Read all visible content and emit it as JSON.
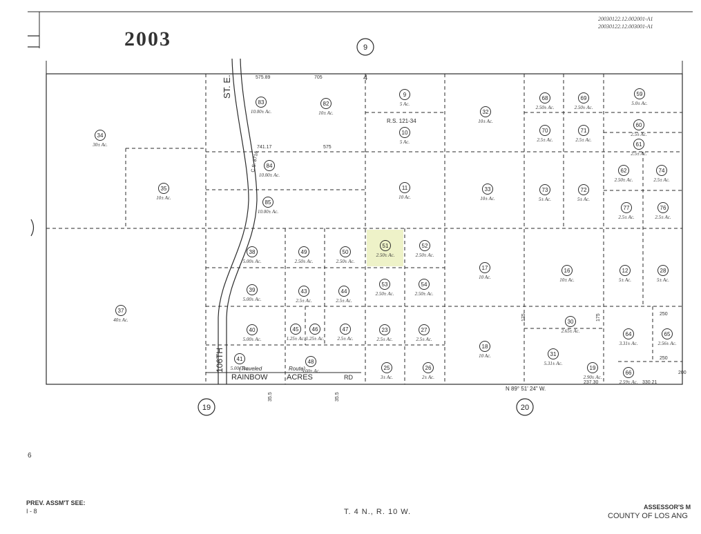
{
  "header": {
    "year": "2003",
    "document_numbers": [
      "20030122.12.002001-A1",
      "20030122.12.003001-A1"
    ],
    "sheet_circle": "9"
  },
  "street_labels": {
    "st_e": "ST. E.",
    "sixth": "106TH",
    "rainbow": "RAINBOW",
    "acres": "ACRES",
    "rd": "RD",
    "traveled": "(Traveled",
    "route": "Route)",
    "rs": "R.S. 121-34",
    "bearing": "N 89° 51' 24\" W.",
    "cs": "C.S. 8716"
  },
  "parcels": [
    {
      "num": "34",
      "area": "30± Ac."
    },
    {
      "num": "35",
      "area": "10± Ac."
    },
    {
      "num": "37",
      "area": "40± Ac."
    },
    {
      "num": "83",
      "area": "10.00± Ac."
    },
    {
      "num": "82",
      "area": "10± Ac."
    },
    {
      "num": "84",
      "area": "10.00± Ac."
    },
    {
      "num": "85",
      "area": "10.00± Ac."
    },
    {
      "num": "38",
      "area": "5.00± Ac."
    },
    {
      "num": "39",
      "area": "5.00± Ac."
    },
    {
      "num": "40",
      "area": "5.00± Ac."
    },
    {
      "num": "41",
      "area": "5.00± Ac."
    },
    {
      "num": "49",
      "area": "2.50± Ac."
    },
    {
      "num": "50",
      "area": "2.50± Ac."
    },
    {
      "num": "43",
      "area": "2.5± Ac."
    },
    {
      "num": "44",
      "area": "2.5± Ac."
    },
    {
      "num": "45",
      "area": "1.25± Ac."
    },
    {
      "num": "46",
      "area": "1.25± Ac."
    },
    {
      "num": "47",
      "area": "2.5± Ac."
    },
    {
      "num": "48",
      "area": "5.00± Ac."
    },
    {
      "num": "9",
      "area": "5 Ac."
    },
    {
      "num": "10",
      "area": "5 Ac."
    },
    {
      "num": "11",
      "area": "10 Ac."
    },
    {
      "num": "51",
      "area": "2.50± Ac."
    },
    {
      "num": "52",
      "area": "2.50± Ac."
    },
    {
      "num": "53",
      "area": "2.50± Ac."
    },
    {
      "num": "54",
      "area": "2.50± Ac."
    },
    {
      "num": "23",
      "area": "2.5± Ac."
    },
    {
      "num": "27",
      "area": "2.5± Ac."
    },
    {
      "num": "25",
      "area": "3± Ac."
    },
    {
      "num": "26",
      "area": "2± Ac."
    },
    {
      "num": "32",
      "area": "10± Ac."
    },
    {
      "num": "33",
      "area": "10± Ac."
    },
    {
      "num": "17",
      "area": "10 Ac."
    },
    {
      "num": "18",
      "area": "10 Ac."
    },
    {
      "num": "68",
      "area": "2.50± Ac."
    },
    {
      "num": "69",
      "area": "2.50± Ac."
    },
    {
      "num": "70",
      "area": "2.5± Ac."
    },
    {
      "num": "71",
      "area": "2.5± Ac."
    },
    {
      "num": "73",
      "area": "5± Ac."
    },
    {
      "num": "72",
      "area": "5± Ac."
    },
    {
      "num": "16",
      "area": "10± Ac."
    },
    {
      "num": "30",
      "area": "2.65± Ac."
    },
    {
      "num": "31",
      "area": "5.31± Ac."
    },
    {
      "num": "19",
      "area": "2.90± Ac."
    },
    {
      "num": "59",
      "area": "5.0± Ac."
    },
    {
      "num": "60",
      "area": "2.5± Ac."
    },
    {
      "num": "61",
      "area": "2.5± Ac."
    },
    {
      "num": "62",
      "area": "2.50± Ac."
    },
    {
      "num": "74",
      "area": "2.5± Ac."
    },
    {
      "num": "77",
      "area": "2.5± Ac."
    },
    {
      "num": "76",
      "area": "2.5± Ac."
    },
    {
      "num": "12",
      "area": "5± Ac."
    },
    {
      "num": "28",
      "area": "5± Ac."
    },
    {
      "num": "64",
      "area": "3.31± Ac."
    },
    {
      "num": "65",
      "area": "2.56± Ac."
    },
    {
      "num": "66",
      "area": "2.59± Ac."
    }
  ],
  "dimensions": [
    "575.89",
    "705",
    "741.17",
    "575",
    "175",
    "175",
    "250",
    "250",
    "200",
    "237.30",
    "330.21",
    "35.5",
    "35.5"
  ],
  "adjacent_sheets": [
    "19",
    "20"
  ],
  "highlighted_parcel": "51",
  "footer": {
    "prev_assmt": "PREV. ASSM'T SEE:",
    "prev_ref": "I - 8",
    "township": "T. 4 N., R. 10 W.",
    "assessor": "ASSESSOR'S M",
    "county": "COUNTY OF LOS ANG",
    "margin_note": "6"
  },
  "colors": {
    "ink": "#2a2a2a",
    "highlight": "#eef2c8",
    "paper": "#ffffff"
  }
}
